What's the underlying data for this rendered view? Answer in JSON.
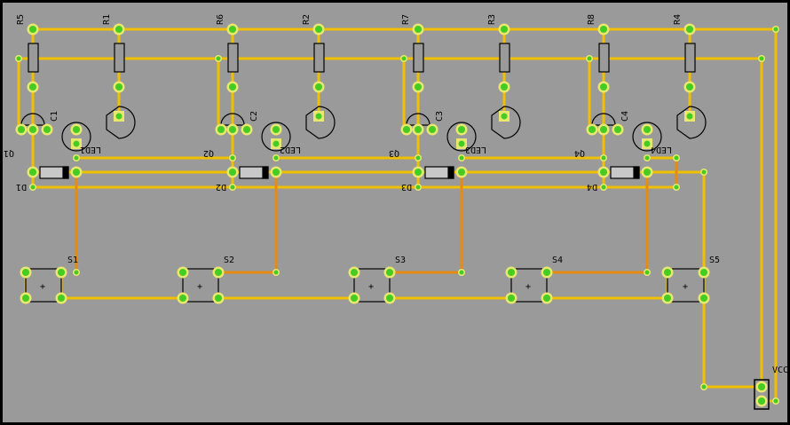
{
  "board": {
    "colors": {
      "background": "#9a9a9a",
      "frame": "#000000",
      "track": "#f0c000",
      "track_alt": "#e88a10",
      "pad_ring": "#e8e870",
      "pad_core": "#44cc22",
      "silk": "#000000"
    }
  },
  "labels": {
    "r5": "R5",
    "r1": "R1",
    "r6": "R6",
    "r2": "R2",
    "r7": "R7",
    "r3": "R3",
    "r8": "R8",
    "r4": "R4",
    "c1": "C1",
    "c2": "C2",
    "c3": "C3",
    "c4": "C4",
    "led1": "LED1",
    "led2": "LED2",
    "led3": "LED3",
    "led4": "LED4",
    "q1": "Q1",
    "q2": "Q2",
    "q3": "Q3",
    "q4": "Q4",
    "d1": "D1",
    "d2": "D2",
    "d3": "D3",
    "d4": "D4",
    "s1": "S1",
    "s2": "S2",
    "s3": "S3",
    "s4": "S4",
    "s5": "S5",
    "vcc": "VCC",
    "plus": "+"
  }
}
